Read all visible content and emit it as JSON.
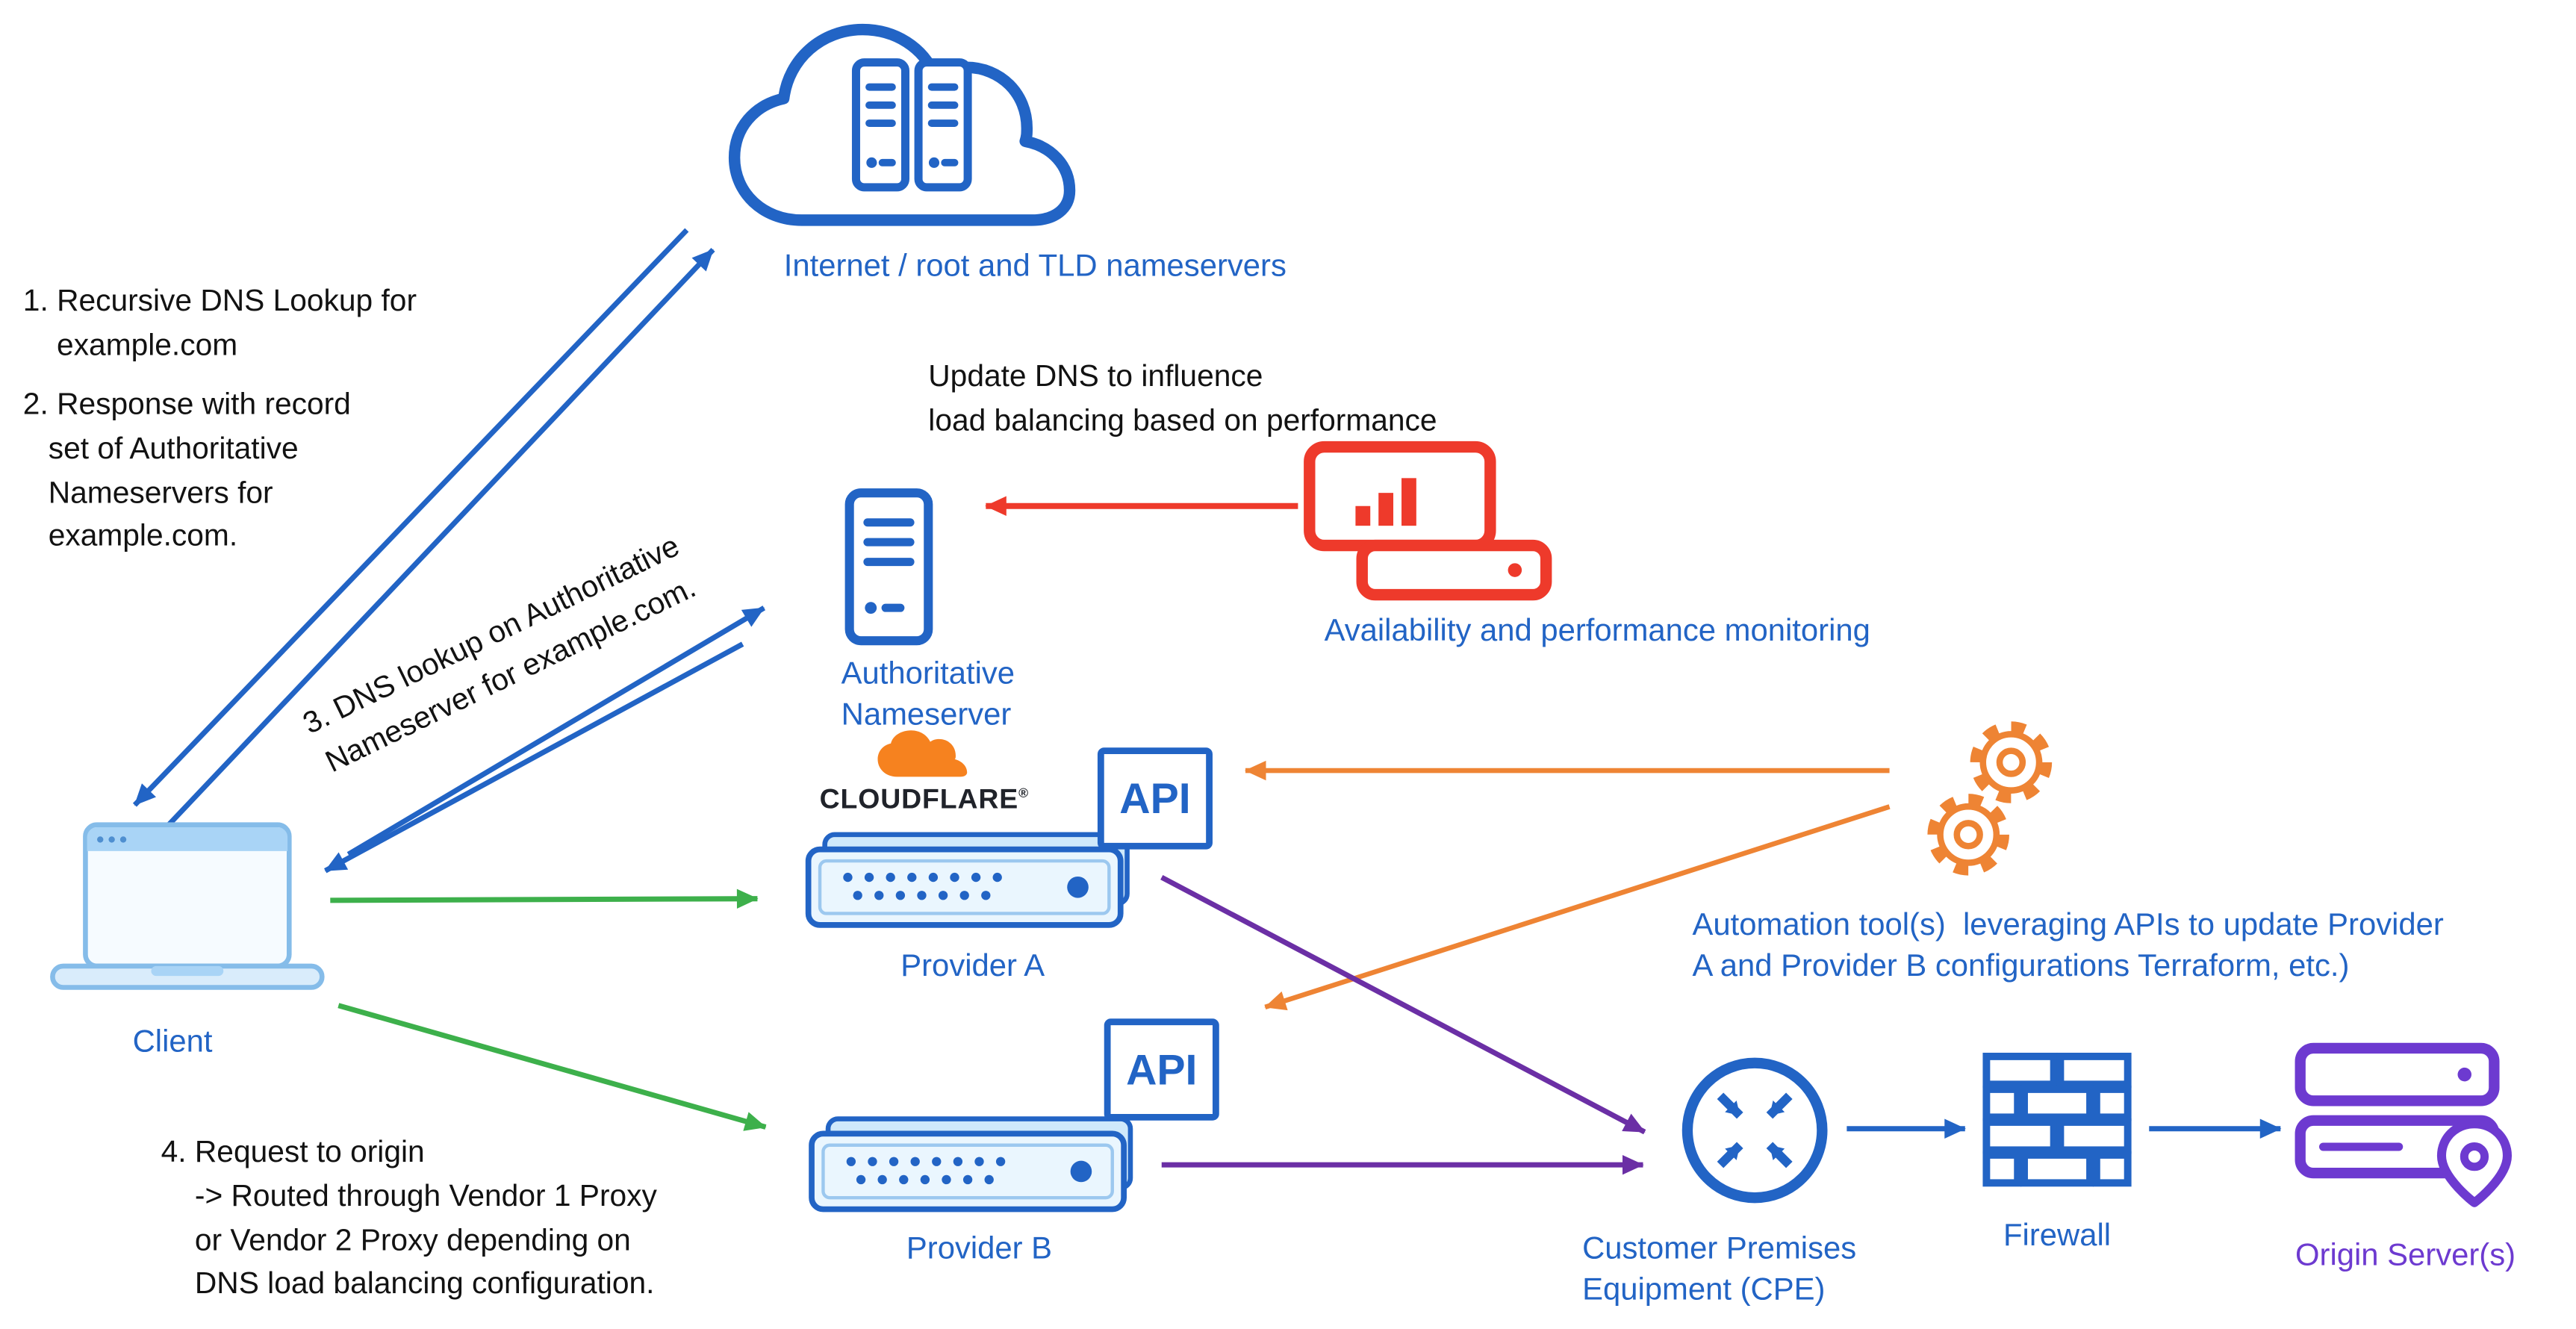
{
  "colors": {
    "blue": "#2264c5",
    "light_blue_fill": "#d9ecfb",
    "red": "#ee3a2b",
    "green": "#3db04b",
    "orange": "#ee8434",
    "cloudflare_orange": "#f6821f",
    "purple_arrow": "#6b2fa5",
    "purple_origin": "#6d3ad0",
    "text_black": "#121212"
  },
  "nodes": {
    "internet": {
      "label": "Internet / root and TLD nameservers"
    },
    "authoritative_nameserver": {
      "label": "Authoritative\nNameserver"
    },
    "monitoring": {
      "label": "Availability and performance monitoring"
    },
    "client": {
      "label": "Client"
    },
    "provider_a": {
      "brand": "CLOUDFLARE",
      "brand_mark": "®",
      "api_label": "API",
      "label": "Provider A"
    },
    "provider_b": {
      "api_label": "API",
      "label": "Provider B"
    },
    "automation": {
      "label": "Automation tool(s)  leveraging APIs to update Provider\nA and Provider B configurations Terraform, etc.)"
    },
    "cpe": {
      "label": "Customer Premises\nEquipment (CPE)"
    },
    "firewall": {
      "label": "Firewall"
    },
    "origin": {
      "label": "Origin Server(s)"
    }
  },
  "annotations": {
    "step1": "1. Recursive DNS Lookup for\n    example.com",
    "step2": "2. Response with record\n   set of Authoritative\n   Nameservers for\n   example.com.",
    "step3": "3. DNS lookup on Authoritative\nNameserver for example.com.",
    "step4": "4. Request to origin\n    -> Routed through Vendor 1 Proxy\n    or Vendor 2 Proxy depending on\n    DNS load balancing configuration.",
    "update_dns": "Update DNS to influence\nload balancing based on performance"
  }
}
